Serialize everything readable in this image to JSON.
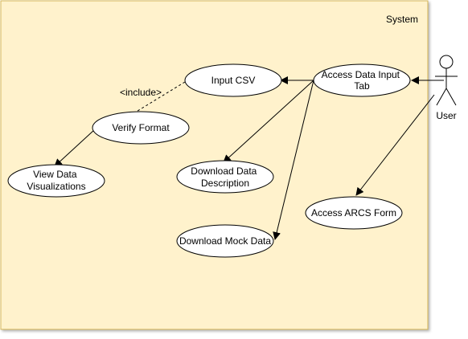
{
  "colors": {
    "system_fill": "#fff2cc",
    "system_stroke": "#d6b656",
    "ellipse_fill": "#ffffff",
    "stroke": "#000000"
  },
  "diagram": {
    "system_label": "System",
    "actor": {
      "label": "User"
    },
    "use_cases": {
      "input_csv": [
        "Input CSV"
      ],
      "access_data_input_tab": [
        "Access Data Input",
        "Tab"
      ],
      "verify_format": [
        "Verify Format"
      ],
      "view_data_visualizations": [
        "View Data",
        "Visualizations"
      ],
      "download_data_description": [
        "Download Data",
        "Description"
      ],
      "access_arcs_form": [
        "Access ARCS Form"
      ],
      "download_mock_data": [
        "Download Mock Data"
      ]
    },
    "include_label": "<include>",
    "relationships": [
      {
        "from": "User",
        "to": "Access Data Input Tab",
        "type": "association"
      },
      {
        "from": "User",
        "to": "Access ARCS Form",
        "type": "association"
      },
      {
        "from": "Access Data Input Tab",
        "to": "Input CSV",
        "type": "association"
      },
      {
        "from": "Access Data Input Tab",
        "to": "Download Data Description",
        "type": "association"
      },
      {
        "from": "Access Data Input Tab",
        "to": "Download Mock Data",
        "type": "association"
      },
      {
        "from": "Input CSV",
        "to": "Verify Format",
        "type": "include"
      },
      {
        "from": "Verify Format",
        "to": "View Data Visualizations",
        "type": "association"
      }
    ]
  }
}
